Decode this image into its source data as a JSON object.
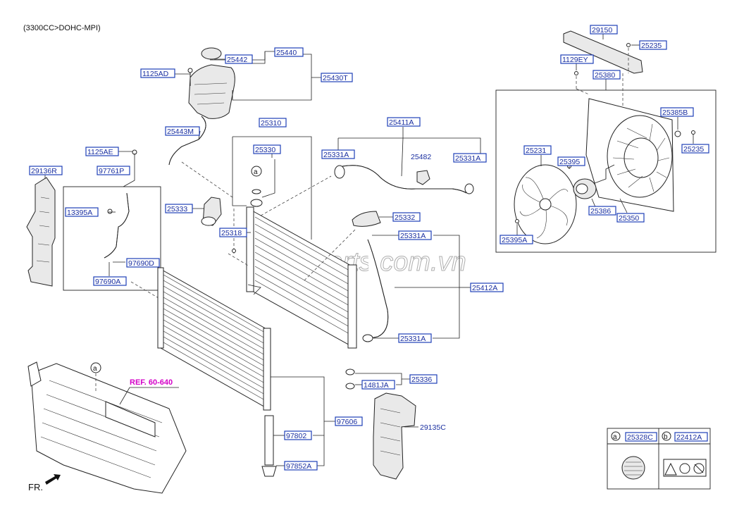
{
  "header": {
    "engine_text": "(3300CC>DOHC-MPI)"
  },
  "labels": {
    "p25440": "25440",
    "p25442": "25442",
    "p25430T": "25430T",
    "p1125AD": "1125AD",
    "p25443M": "25443M",
    "p1125AE": "1125AE",
    "p97761P": "97761P",
    "p13395A": "13395A",
    "p97690D": "97690D",
    "p97690A": "97690A",
    "p29136R": "29136R",
    "p25310": "25310",
    "p25330": "25330",
    "p25333": "25333",
    "p25318": "25318",
    "p25411A": "25411A",
    "p25331A_1": "25331A",
    "p25331A_2": "25331A",
    "p25482": "25482",
    "p25332": "25332",
    "p25331A_3": "25331A",
    "p25412A": "25412A",
    "p25331A_4": "25331A",
    "p25336": "25336",
    "p1481JA": "1481JA",
    "p97606": "97606",
    "p97802": "97802",
    "p97852A": "97852A",
    "p29135C": "29135C",
    "p29150": "29150",
    "p25235_1": "25235",
    "p1129EY": "1129EY",
    "p25380": "25380",
    "p25385B": "25385B",
    "p25235_2": "25235",
    "p25231": "25231",
    "p25395": "25395",
    "p25386": "25386",
    "p25350": "25350",
    "p25395A": "25395A"
  },
  "markers": {
    "a": "a",
    "b": "b"
  },
  "ref": {
    "text": "REF. 60-640",
    "color": "#d400c8"
  },
  "front": {
    "text": "FR."
  },
  "watermark": {
    "text": "S-Parts.com.vn"
  },
  "legend": {
    "col_a_marker": "a",
    "col_a_part": "25328C",
    "col_b_marker": "b",
    "col_b_part": "22412A"
  },
  "colors": {
    "label_border": "#1f3fb8",
    "label_text": "#1a2fa0",
    "ref": "#d400c8"
  }
}
